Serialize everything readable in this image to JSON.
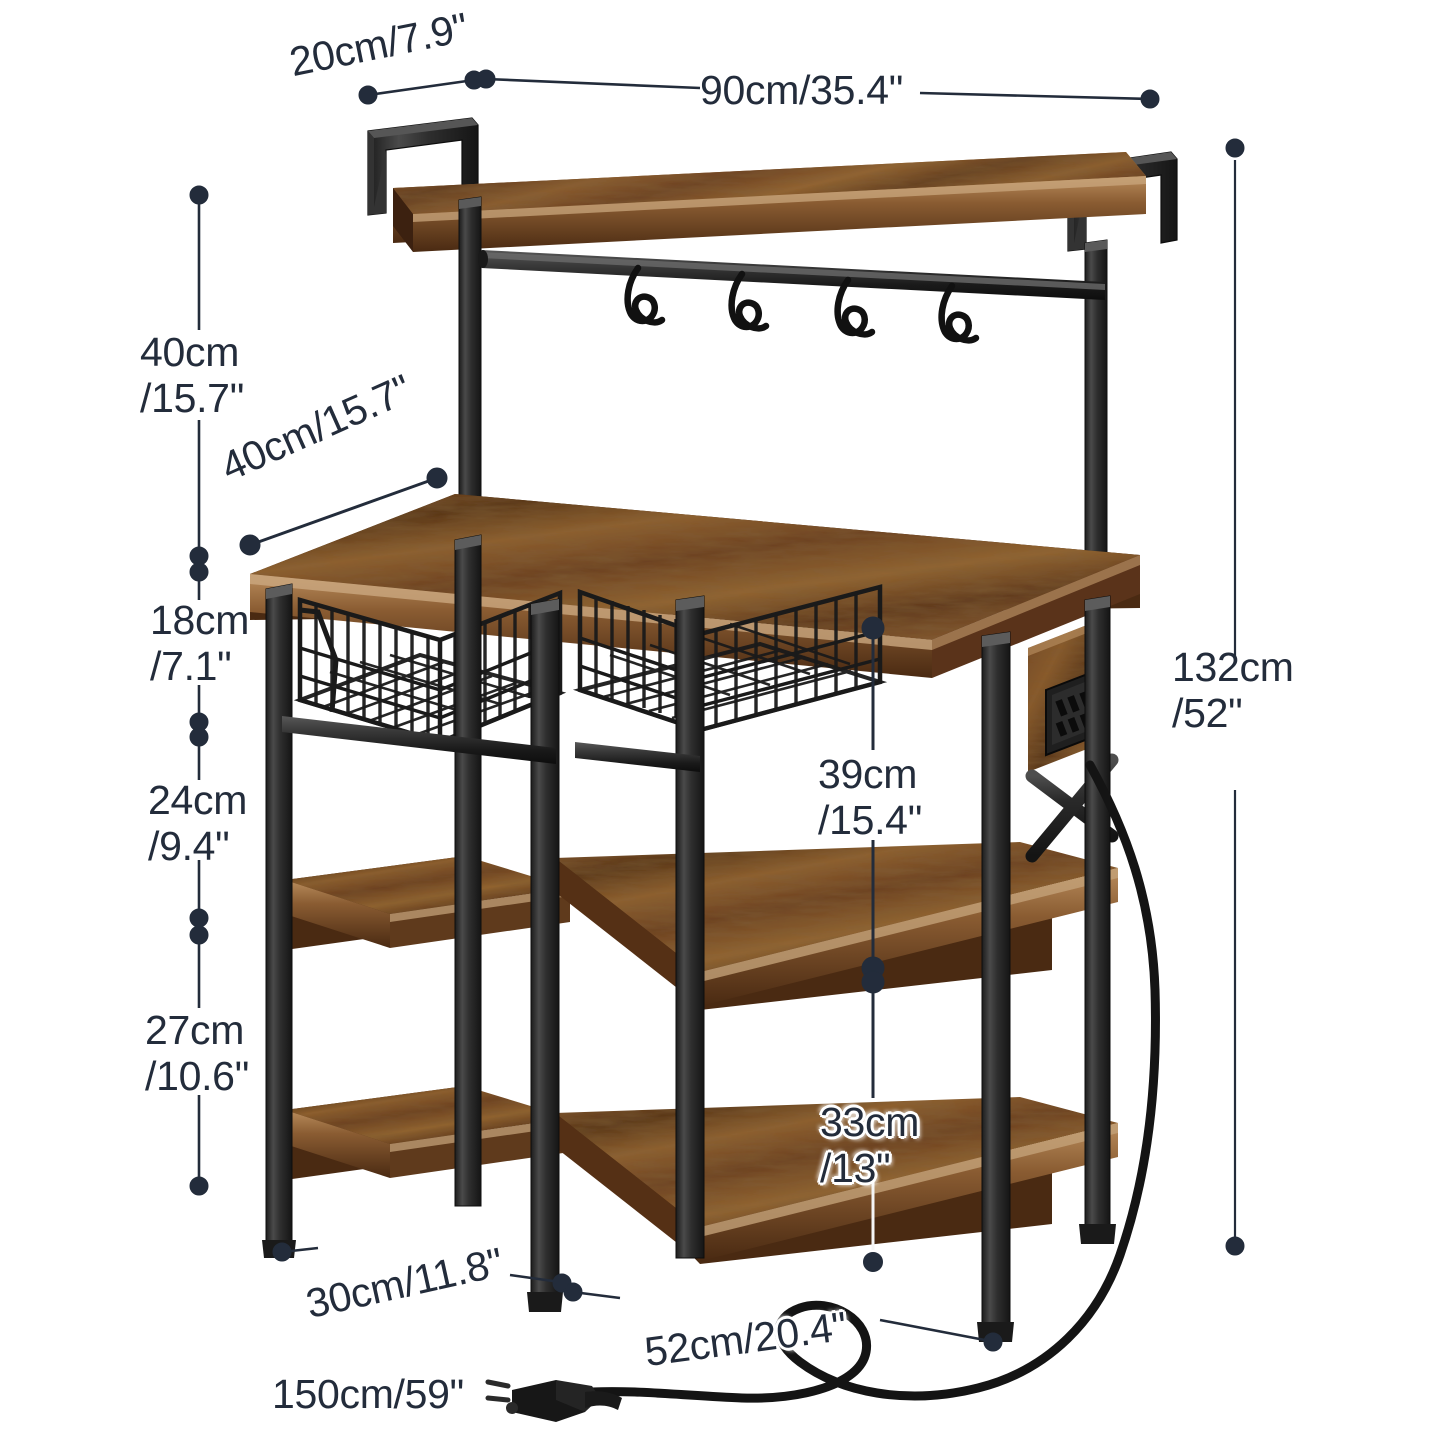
{
  "diagram": {
    "title": "Industrial Baker's Rack Dimension Diagram",
    "product": "Kitchen baker's rack with hutch, wire baskets, power outlet and S-hooks",
    "units": "cm / inches",
    "line_color": "#232c3b",
    "text_color": "#232c3b",
    "wood_color": "#7a4a24",
    "metal_color": "#2b2b2b",
    "background": "#ffffff"
  },
  "measurements": {
    "top_shelf_depth": "20cm/7.9\"",
    "top_shelf_width": "90cm/35.4\"",
    "hutch_height": "40cm\n/15.7\"",
    "counter_depth": "40cm/15.7\"",
    "basket_height": "18cm\n/7.1\"",
    "upper_gap_height": "24cm\n/9.4\"",
    "lower_gap_height": "27cm\n/10.6\"",
    "total_height": "132cm\n/52\"",
    "counter_to_mid_shelf": "39cm\n/15.4\"",
    "mid_to_bottom_shelf": "33cm\n/13\"",
    "side_shelf_width": "30cm/11.8\"",
    "main_shelf_width": "52cm/20.4\"",
    "power_cord_length": "150cm/59\""
  },
  "parts": {
    "top_shelf": "top-shelf",
    "hanging_rail": "hanging-rail",
    "s_hooks_count": 4,
    "wire_baskets_count": 2,
    "countertop": "main-countertop",
    "middle_shelf": "middle-shelf",
    "bottom_shelf": "bottom-shelf",
    "power_outlet": "power-outlet-panel",
    "power_plug": "3-prong-plug",
    "cross_brace": "x-cross-brace",
    "legs": 4
  }
}
